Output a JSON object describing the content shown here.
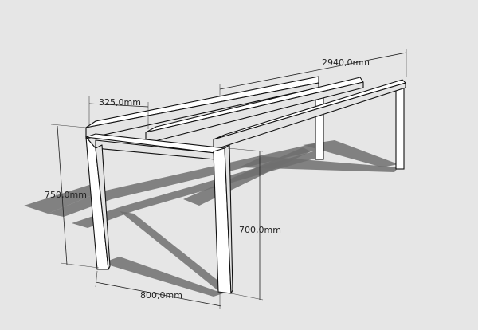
{
  "dimensions": {
    "length": "2940,0mm",
    "spacing": "325,0mm",
    "total_height": "750,0mm",
    "leg_height": "700,0mm",
    "width": "800,0mm"
  },
  "colors": {
    "background": "#e6e6e6",
    "shadow": "#6f6f6f",
    "frame": "#ffffff",
    "outline": "#111111"
  }
}
